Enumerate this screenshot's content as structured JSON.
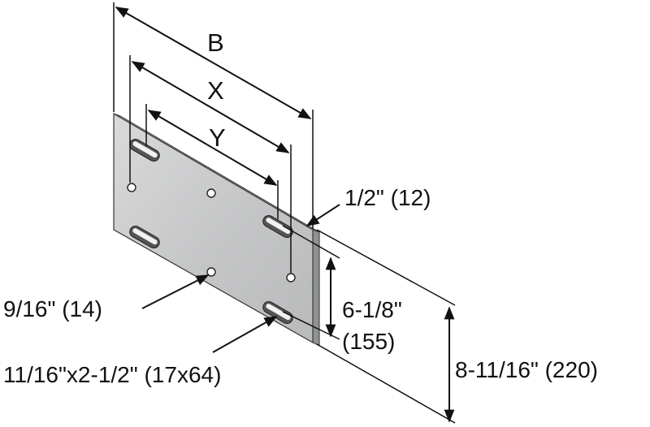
{
  "labels": {
    "B": "B",
    "X": "X",
    "Y": "Y",
    "thickness": "1/2\" (12)",
    "hole_dia": "9/16\" (14)",
    "slot_size": "11/16\"x2-1/2\" (17x64)",
    "slot_spacing_in": "6-1/8\"",
    "slot_spacing_mm": "(155)",
    "height": "8-11/16\" (220)"
  },
  "colors": {
    "line": "#111111",
    "plate_face": "#c9cacb",
    "plate_edge": "#9fa1a3",
    "background": "#ffffff"
  }
}
